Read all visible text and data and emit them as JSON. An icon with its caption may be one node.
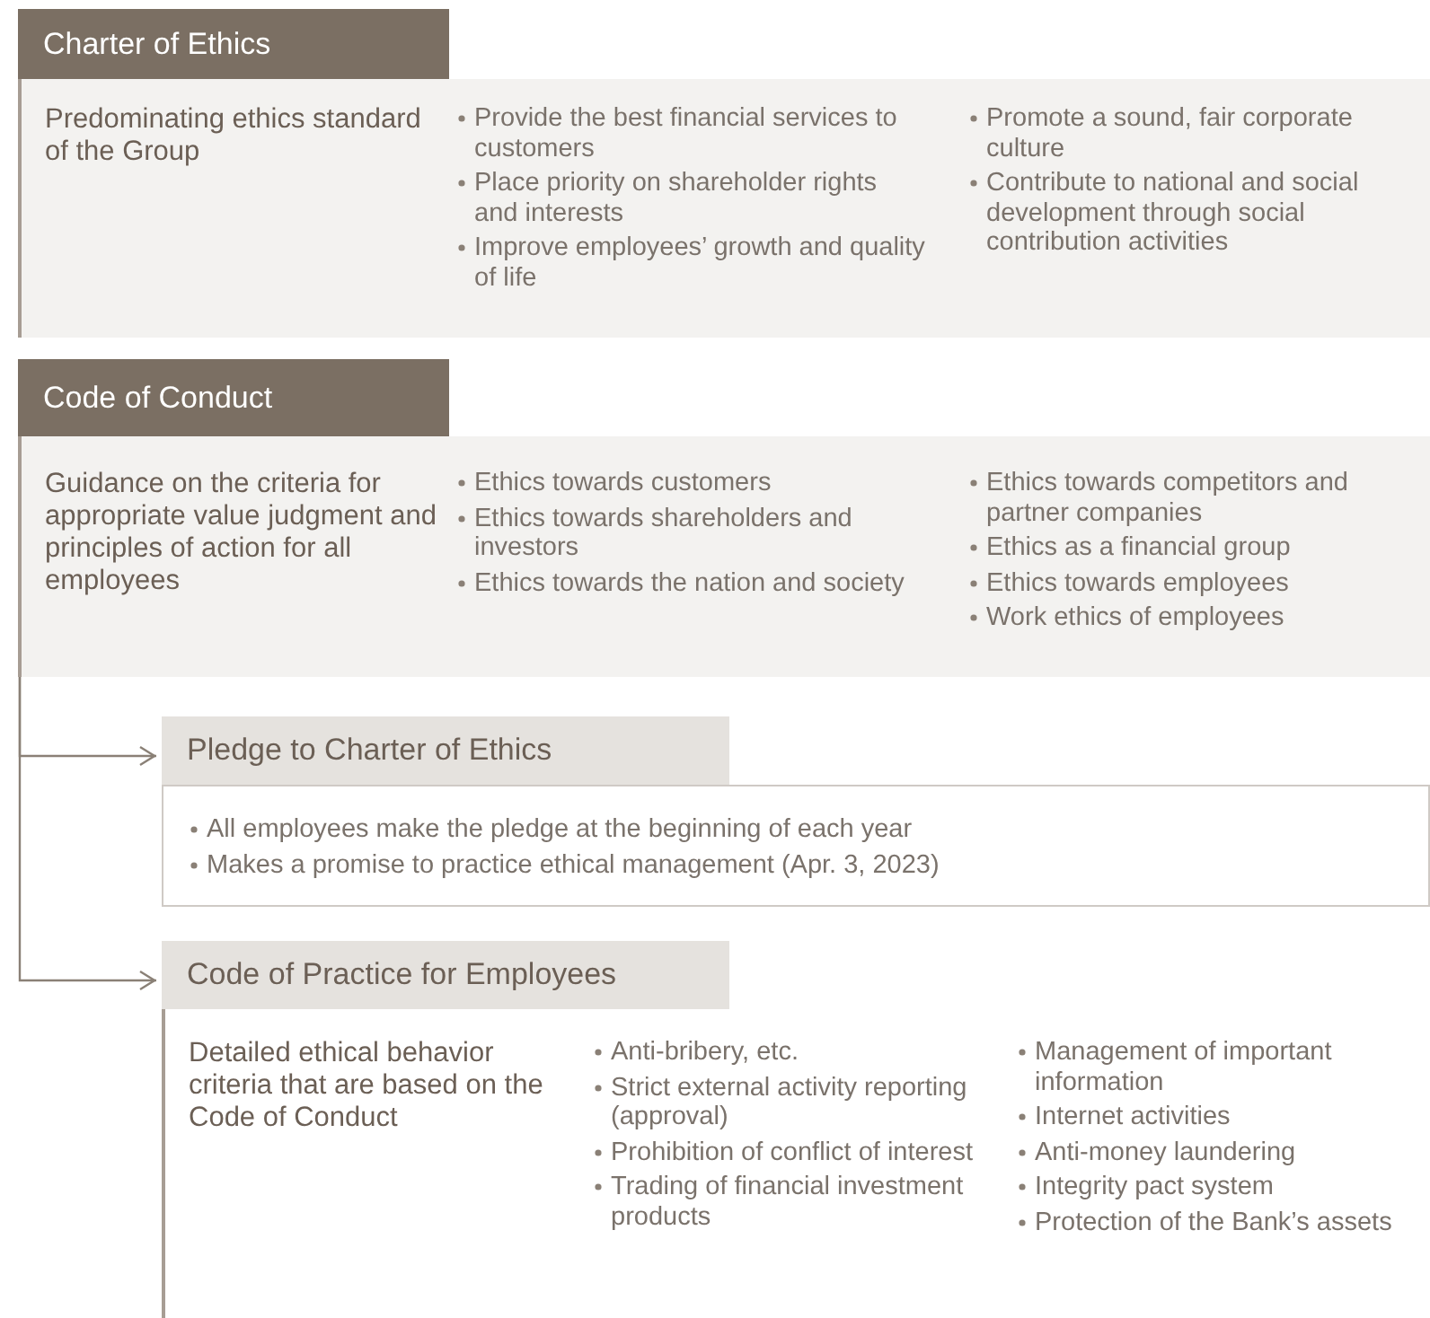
{
  "diagram": {
    "nodes": [
      {
        "text": [
          "Charter of Ethics",
          "Predominating ethics standard of the Group",
          "Provide the best financial services to customers",
          "Place priority on shareholder rights and interests",
          "Improve employees’ growth and quality of life",
          "Promote a sound, fair corporate culture",
          "Contribute to national and social development through social contribution activities"
        ]
      },
      {
        "text": [
          "Code of Conduct",
          "Guidance on the criteria for appropriate value judgment and principles of action for all employees",
          "Ethics towards customers",
          "Ethics towards shareholders and investors",
          "Ethics towards the nation and society",
          "Ethics towards competitors and partner companies",
          "Ethics as a financial group",
          "Ethics towards employees",
          "Work ethics of employees"
        ]
      },
      {
        "text": [
          "Pledge to Charter of Ethics",
          "All employees make the pledge at the beginning of each year",
          "Makes a promise to practice ethical management (Apr. 3, 2023)"
        ]
      },
      {
        "text": [
          "Code of Practice for Employees",
          "Detailed ethical behavior criteria that are based on the Code of Conduct",
          "Anti-bribery, etc.",
          "Strict external activity reporting (approval)",
          "Prohibition of conflict of interest",
          "Trading of financial investment products",
          "Management of important information",
          "Internet activities",
          "Anti-money laundering",
          "Integrity pact system",
          "Protection of the Bank’s assets"
        ]
      }
    ],
    "edges": [
      {
        "from": 1,
        "to": 2,
        "arrow": "to"
      },
      {
        "from": 1,
        "to": 3,
        "arrow": "to"
      }
    ]
  }
}
